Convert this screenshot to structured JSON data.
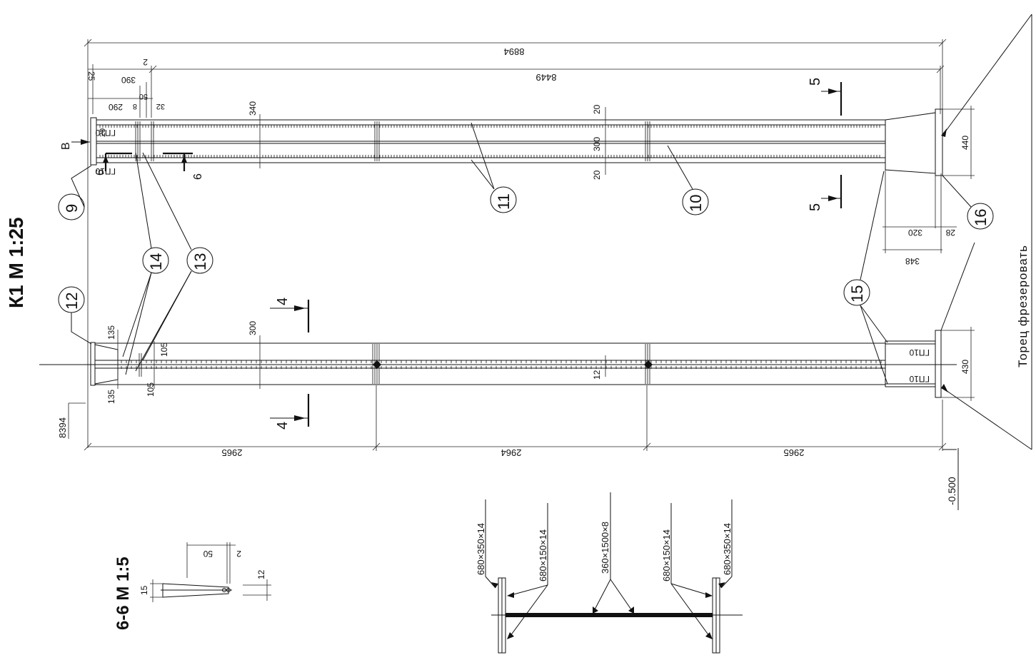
{
  "titles": {
    "main": "К1 М 1:25",
    "section": "6-6 М 1:5"
  },
  "notes": {
    "milling": "Торец фрезеровать"
  },
  "overall_dims": {
    "total": "8894",
    "inner": "8449",
    "left_offset": "8394"
  },
  "top_left_dims": {
    "d25": "25",
    "d390": "390",
    "d2": "2",
    "d50": "50",
    "d290": "290",
    "d32": "32",
    "d8": "8"
  },
  "top_beam_dims": {
    "d340": "340",
    "d20a": "20",
    "d300": "300",
    "d20b": "20",
    "d440": "440",
    "d320": "320",
    "d348": "348",
    "d28": "28"
  },
  "bottom_beam_dims": {
    "d135a": "135",
    "d105a": "105",
    "d300": "300",
    "d135b": "135",
    "d105b": "105",
    "d12": "12",
    "d430": "430"
  },
  "spans": [
    "2965",
    "2964",
    "2965"
  ],
  "elevation": "-0.500",
  "weld_labels": [
    "ГП10",
    "ГП10",
    "ГП10",
    "ГП10"
  ],
  "section_marks": {
    "s4": "4",
    "s5": "5",
    "s6": "6",
    "sB": "В"
  },
  "callouts": [
    "9",
    "10",
    "11",
    "12",
    "13",
    "14",
    "15",
    "16"
  ],
  "profiles": [
    "680×350×14",
    "680×150×14",
    "360×1500×8",
    "680×150×14",
    "680×350×14"
  ],
  "section_dims": {
    "d50": "50",
    "d2": "2",
    "d15": "15",
    "d12": "12"
  }
}
